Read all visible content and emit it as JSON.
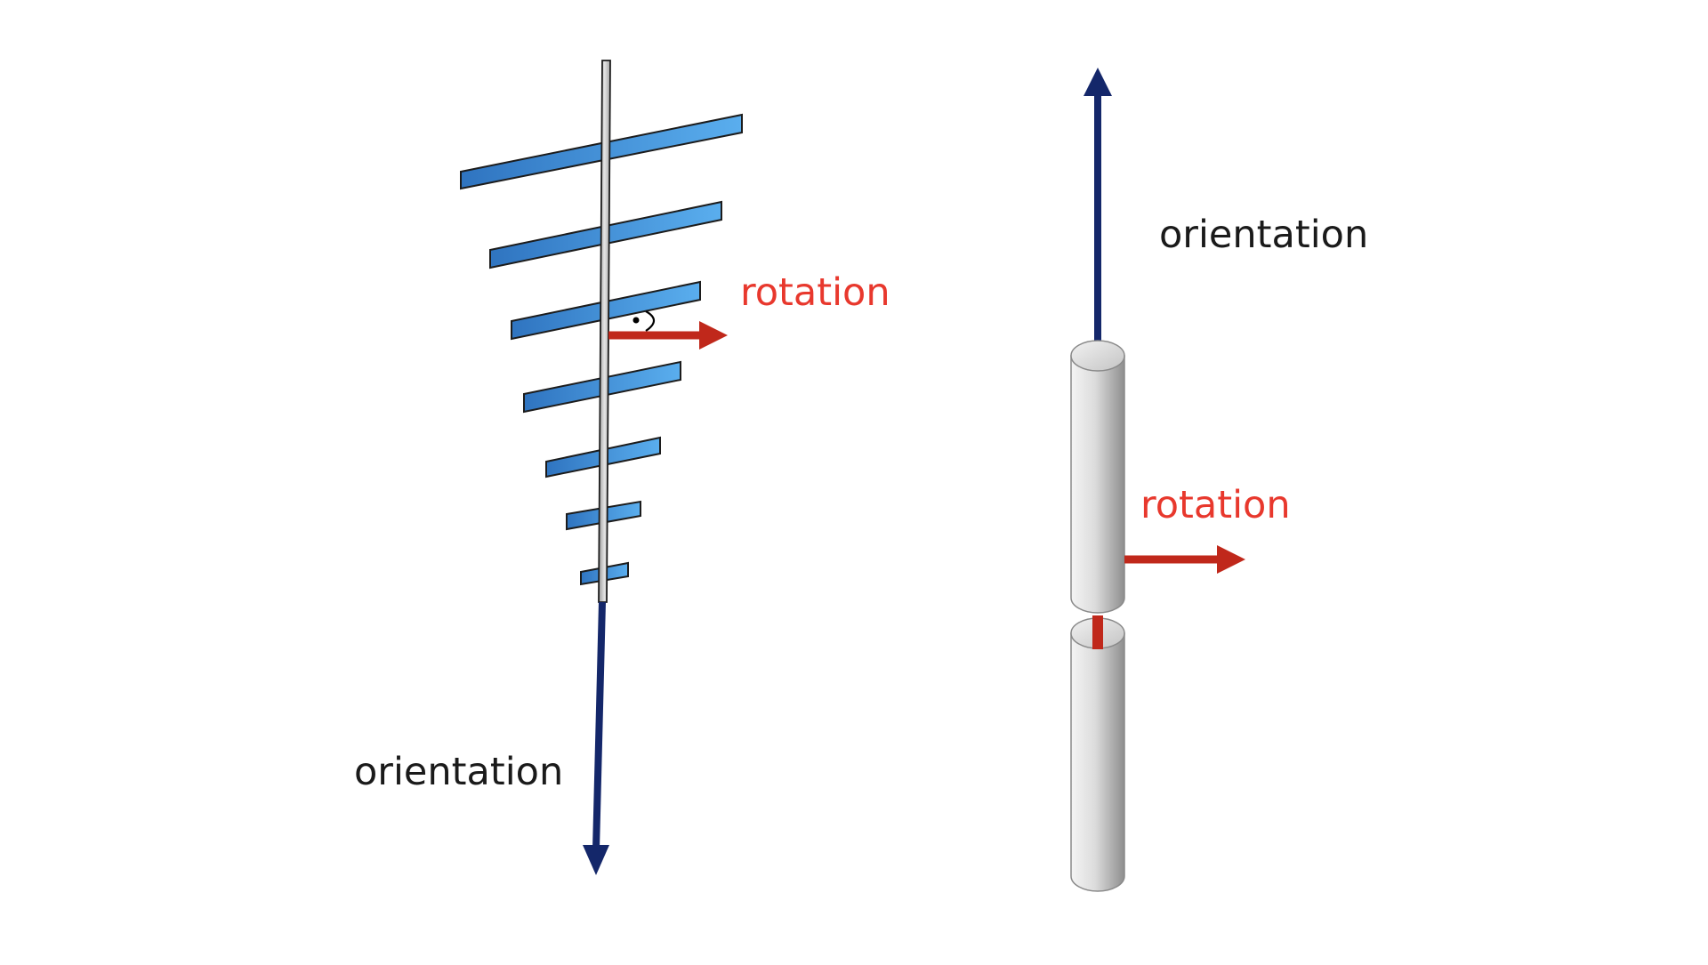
{
  "colors": {
    "orientation": "#14276a",
    "rotation": "#c0281b",
    "rotation_text": "#e8382d",
    "label_text": "#1a1a1a",
    "element_blue_dark": "#2f74c0",
    "element_blue_light": "#5aaeee",
    "boom_gray": "#c8c8c8"
  },
  "icons": {
    "antenna": "yagi-antenna-icon",
    "cylinder": "dipole-cylinder-icon"
  },
  "left_panel": {
    "orientation_label": "orientation",
    "rotation_label": "rotation"
  },
  "right_panel": {
    "orientation_label": "orientation",
    "rotation_label": "rotation"
  }
}
